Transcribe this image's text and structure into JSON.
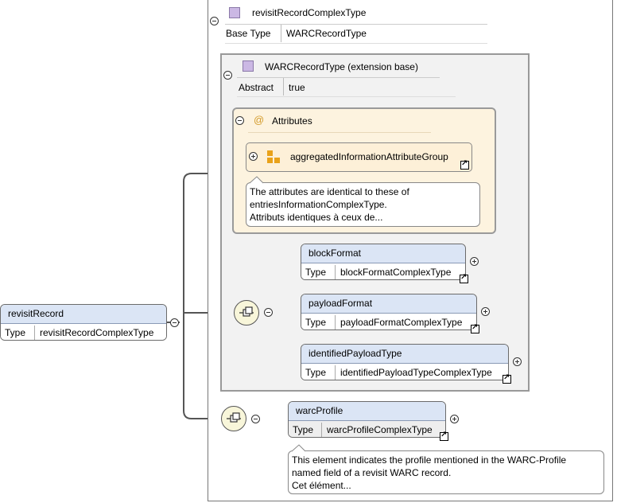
{
  "outer_type": {
    "name": "revisitRecordComplexType",
    "base_type_label": "Base Type",
    "base_type_value": "WARCRecordType"
  },
  "extension": {
    "name": "WARCRecordType (extension base)",
    "abstract_label": "Abstract",
    "abstract_value": "true"
  },
  "attributes": {
    "title": "Attributes",
    "group_name": "aggregatedInformationAttributeGroup",
    "note_lines": [
      "The attributes are identical to these of",
      "entriesInformationComplexType.",
      "Attributs identiques à ceux de..."
    ]
  },
  "root_element": {
    "name": "revisitRecord",
    "type_label": "Type",
    "type_value": "revisitRecordComplexType"
  },
  "elements": [
    {
      "name": "blockFormat",
      "type_label": "Type",
      "type_value": "blockFormatComplexType"
    },
    {
      "name": "payloadFormat",
      "type_label": "Type",
      "type_value": "payloadFormatComplexType"
    },
    {
      "name": "identifiedPayloadType",
      "type_label": "Type",
      "type_value": "identifiedPayloadTypeComplexType"
    }
  ],
  "warc_profile": {
    "name": "warcProfile",
    "type_label": "Type",
    "type_value": "warcProfileComplexType",
    "note_lines": [
      "This element indicates the profile mentioned in the WARC-Profile",
      "named field of a revisit WARC record.",
      "Cet élément..."
    ]
  },
  "colors": {
    "element_header": "#dbe5f5",
    "attributes_bg": "#fdf3df",
    "extension_bg": "#f2f2f2",
    "sequence_bg": "#f8f6da"
  }
}
